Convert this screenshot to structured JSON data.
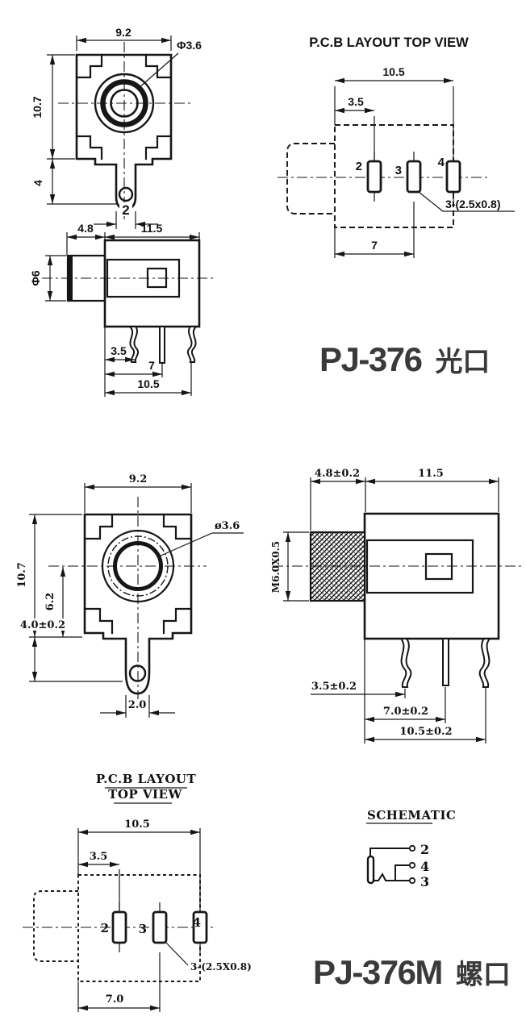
{
  "page": {
    "background": "#ffffff",
    "line_color": "#161616",
    "label_color": "#3a3a3a"
  },
  "pj376": {
    "model": "PJ-376",
    "type_label": "光口",
    "front_view": {
      "width": "9.2",
      "jack_dia": "Φ3.6",
      "height": "10.7",
      "tab_depth": "4",
      "tab_width": "2"
    },
    "side_view": {
      "barrel_len": "4.8",
      "body_len": "11.5",
      "barrel_dia": "Φ6",
      "pin1_off": "3.5",
      "pin2_off": "7",
      "pin3_off": "10.5"
    },
    "pcb": {
      "title": "P.C.B LAYOUT  TOP VIEW",
      "overall": "10.5",
      "pin2_off": "3.5",
      "pin3_off": "7",
      "pin_labels": [
        "2",
        "3",
        "4"
      ],
      "hole_note": "3-(2.5x0.8)"
    }
  },
  "pj376m": {
    "model": "PJ-376M",
    "type_label": "螺口",
    "front_view": {
      "width": "9.2",
      "jack_dia": "ø3.6",
      "height": "10.7",
      "center_off": "6.2",
      "tab_depth": "4.0±0.2",
      "tab_width": "2.0"
    },
    "side_view": {
      "barrel_len": "4.8±0.2",
      "body_len": "11.5",
      "thread": "M6.0X0.5",
      "pin1_off": "3.5±0.2",
      "pin2_off": "7.0±0.2",
      "pin3_off": "10.5±0.2"
    },
    "pcb": {
      "title_line1": "P.C.B LAYOUT",
      "title_line2": "TOP VIEW",
      "overall": "10.5",
      "pin2_off": "3.5",
      "pin3_off": "7.0",
      "pin_labels": [
        "2",
        "3",
        "4"
      ],
      "hole_note": "3-(2.5X0.8)"
    },
    "schematic": {
      "title": "SCHEMATIC",
      "terminals": [
        "2",
        "4",
        "3"
      ]
    }
  }
}
